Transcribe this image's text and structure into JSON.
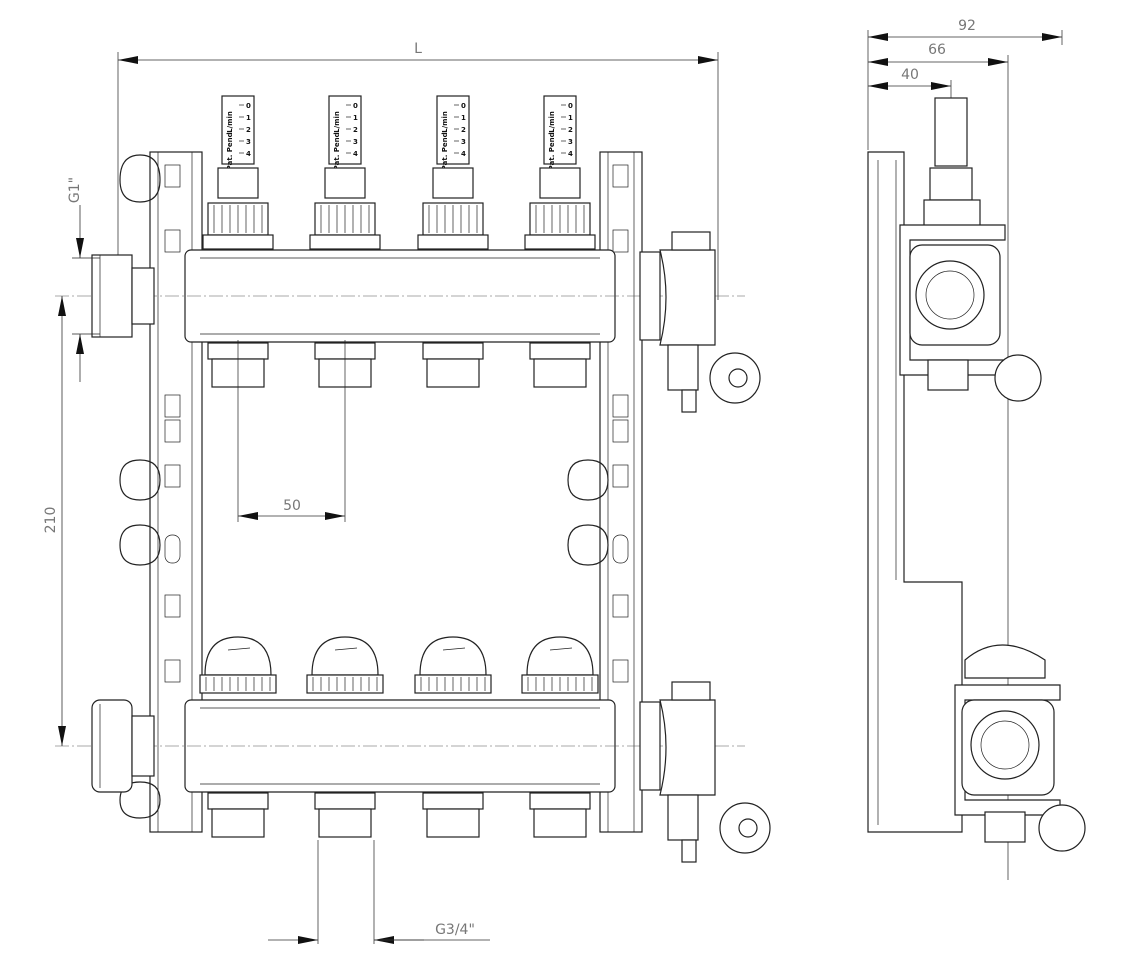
{
  "dimensions": {
    "length": "L",
    "side_total": "92",
    "side_mid": "66",
    "side_small": "40",
    "inlet_thread": "G1\"",
    "header_spacing": "210",
    "outlet_pitch": "50",
    "outlet_thread": "G3/4\""
  },
  "flowmeter": {
    "unit": "L/min",
    "patent": "Pat. Pend.",
    "scale": [
      "0",
      "1",
      "2",
      "3",
      "4"
    ]
  },
  "outlet_count": 4
}
